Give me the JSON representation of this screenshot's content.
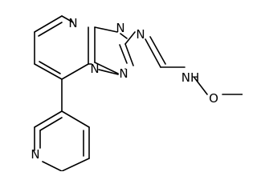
{
  "molecule": {
    "atoms": [
      {
        "id": "n_pyrimidine_top",
        "symbol": "N"
      },
      {
        "id": "n_triazole_right",
        "symbol": "N"
      },
      {
        "id": "n_triazole_bridge",
        "symbol": "N"
      },
      {
        "id": "n_triazole_bottom",
        "symbol": "N"
      },
      {
        "id": "n_imine",
        "symbol": "N"
      },
      {
        "id": "nh",
        "symbol": "NH"
      },
      {
        "id": "o_methoxy",
        "symbol": "O"
      },
      {
        "id": "n_pyridine",
        "symbol": "N"
      }
    ]
  },
  "colors": {
    "bond": "#000000",
    "label": "#000000",
    "background": "#ffffff"
  }
}
